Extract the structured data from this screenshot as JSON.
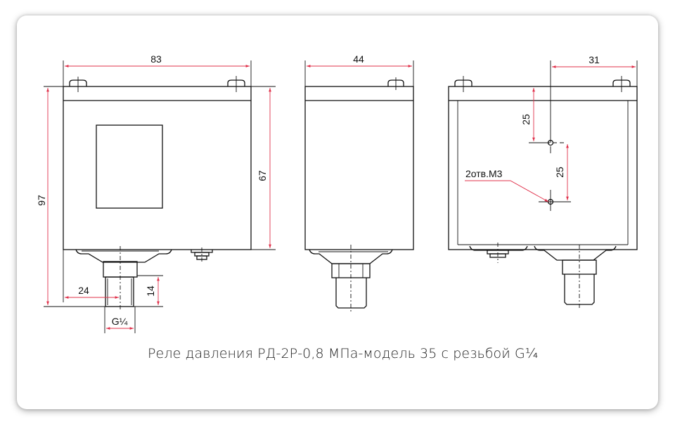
{
  "caption": "Реле давления РД-2Р-0,8 МПа-модель 35 с резьбой G¼",
  "views": {
    "front": {
      "width_dim": "83",
      "total_height_dim": "97",
      "body_height_dim": "67",
      "fitting_offset_dim": "24",
      "thread_length_dim": "14",
      "thread_label": "G¼"
    },
    "side": {
      "width_dim": "44"
    },
    "back": {
      "offset_dim": "31",
      "hole_top_dim": "25",
      "hole_spacing_dim": "25",
      "holes_label": "2отв.М3"
    }
  },
  "colors": {
    "dimension_line": "#e0304a",
    "outline": "#111111",
    "card_bg": "#ffffff"
  }
}
